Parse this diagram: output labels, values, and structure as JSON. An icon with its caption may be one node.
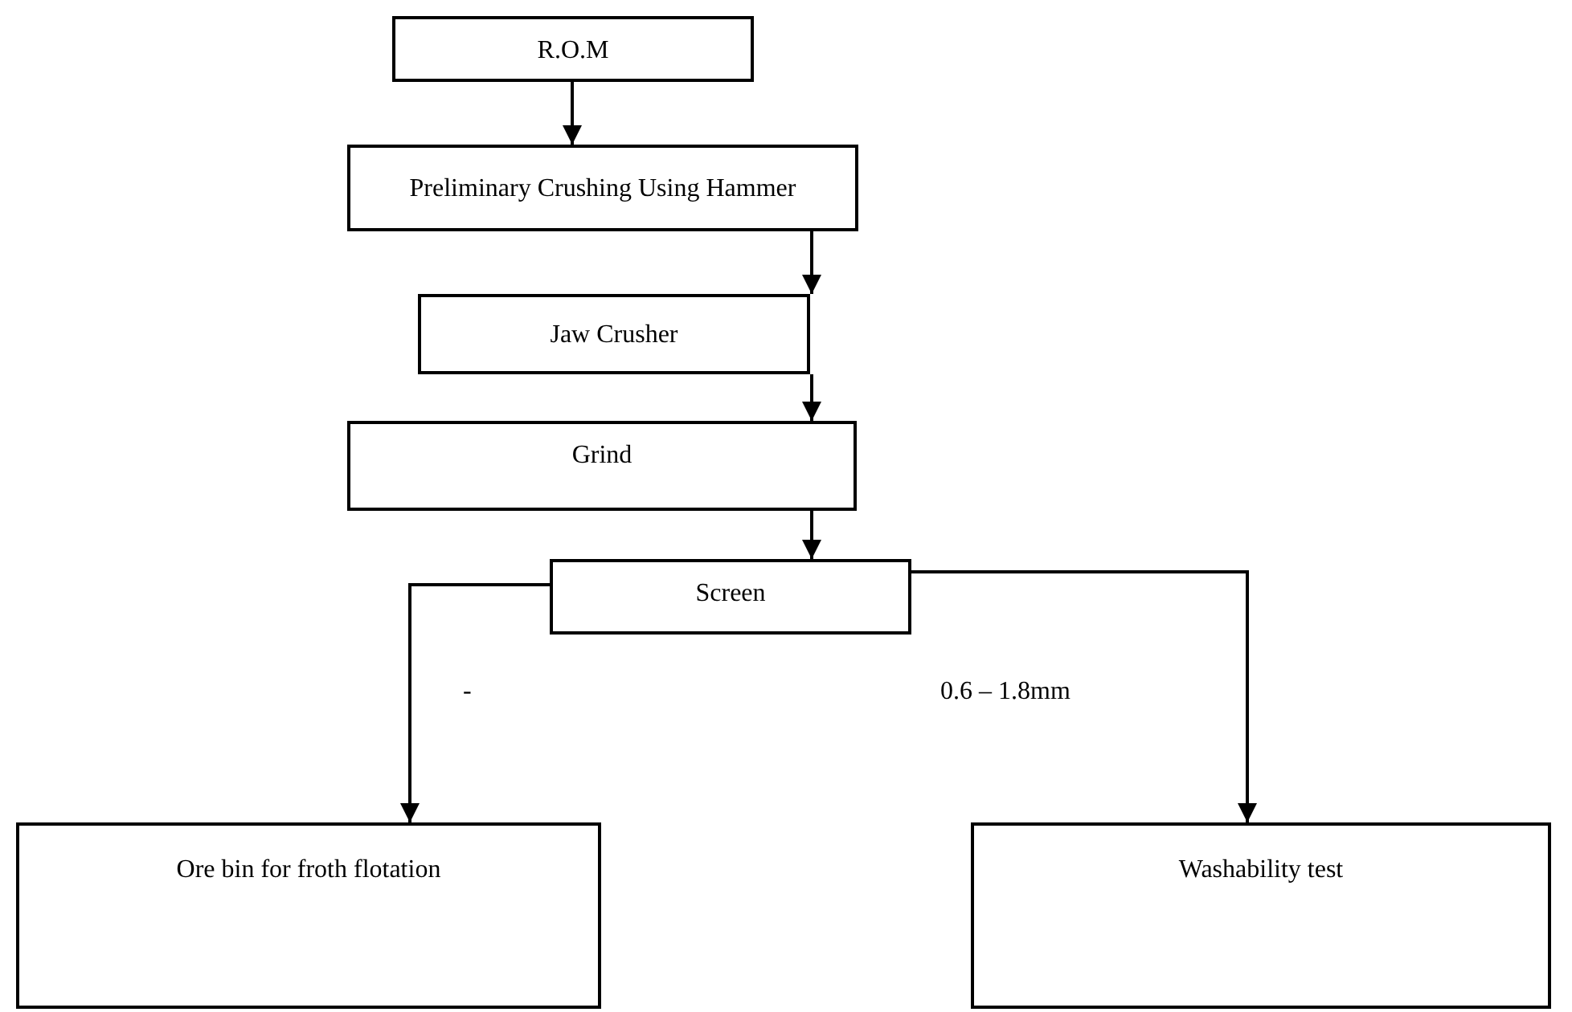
{
  "diagram": {
    "nodes": [
      {
        "text": [
          "R.O.M"
        ]
      },
      {
        "text": [
          "Preliminary Crushing Using Hammer"
        ]
      },
      {
        "text": [
          "Jaw Crusher"
        ]
      },
      {
        "text": [
          "Grind"
        ]
      },
      {
        "text": [
          "Screen"
        ]
      },
      {
        "text": [
          "Ore bin for froth flotation"
        ]
      },
      {
        "text": [
          "Washability test"
        ]
      }
    ],
    "edges": [
      {
        "from": 0,
        "to": 1,
        "arrow": "to"
      },
      {
        "from": 1,
        "to": 2,
        "arrow": "to"
      },
      {
        "from": 2,
        "to": 3,
        "arrow": "to"
      },
      {
        "from": 3,
        "to": 4,
        "arrow": "to"
      },
      {
        "from": 4,
        "to": 5,
        "arrow": "to"
      },
      {
        "from": 4,
        "to": 6,
        "arrow": "to",
        "label": "0.6 – 1.8mm"
      }
    ],
    "labels": [
      "-"
    ]
  }
}
